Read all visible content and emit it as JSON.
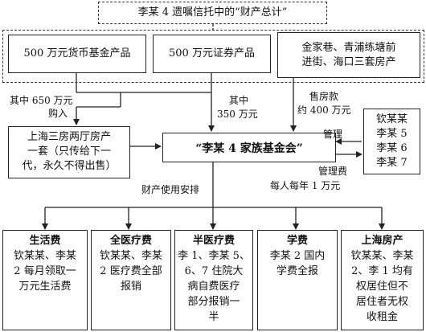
{
  "title": "李某 4 遗嘱信托中的“财产总计”",
  "assets": {
    "money_fund": "500 万元货币基金产品",
    "securities": "500 万元证券产品",
    "property_l1": "金家巷、青浦练塘前",
    "property_l2": "进街、海口三套房产"
  },
  "flows": {
    "buy_l1": "其中 650 万元",
    "buy_l2": "购入",
    "mid_l1": "其中",
    "mid_l2": "350 万元",
    "sale_l1": "售房款",
    "sale_l2": "约 400 万元",
    "manage": "管理",
    "fee_l1": "管理费",
    "fee_l2": "每人每年 1 万元",
    "usage": "财产使用安排"
  },
  "shanghai_house": {
    "l1": "上海三房两厅房产",
    "l2": "一套（只传给下一",
    "l3": "代，永久不得出售）"
  },
  "foundation": "“李某 4 家族基金会”",
  "managers": [
    "钦某某",
    "李某 5",
    "李某 6",
    "李某 7"
  ],
  "uses": [
    {
      "head": "生活费",
      "lines": [
        "钦某某、李某",
        "2 每月领取一",
        "万元生活费"
      ]
    },
    {
      "head": "全医疗费",
      "lines": [
        "钦某某、李某",
        "2 医疗费全部",
        "报销"
      ]
    },
    {
      "head": "半医疗费",
      "lines": [
        "李 1、李某 5、",
        "6、7 住院大",
        "病自费医疗",
        "部分报销一",
        "半"
      ]
    },
    {
      "head": "学费",
      "lines": [
        "李某 2 国内",
        "学费全报"
      ]
    },
    {
      "head": "上海房产",
      "lines": [
        "钦某某、李某",
        "2、李 1 均有",
        "权居住但不",
        "居住者无权",
        "收租金"
      ]
    }
  ]
}
